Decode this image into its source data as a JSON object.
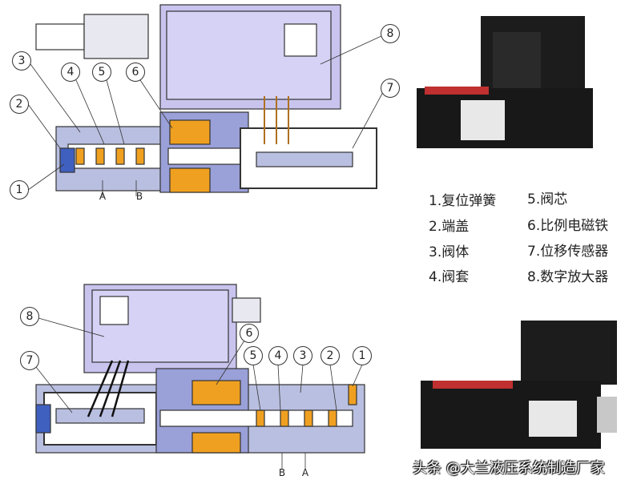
{
  "legend": [
    "1.复位弹簧",
    "2.端盖",
    "3.阀体",
    "4.阀套",
    "5.阀芯",
    "6.比例电磁铁",
    "7.位移传感器",
    "8.数字放大器"
  ],
  "top_diagram": {
    "callouts": [
      "1",
      "2",
      "3",
      "4",
      "5",
      "6",
      "7",
      "8"
    ],
    "ports": [
      "A",
      "B"
    ]
  },
  "bottom_diagram": {
    "callouts": [
      "8",
      "7",
      "6",
      "5",
      "4",
      "3",
      "2",
      "1"
    ],
    "ports": [
      "B",
      "A"
    ]
  },
  "watermark": "头条 @大兰液压系统制造厂家",
  "colors": {
    "body": "#b9bfe0",
    "board": "#c8c4ee",
    "coil": "#f0a020",
    "line": "#333333"
  }
}
